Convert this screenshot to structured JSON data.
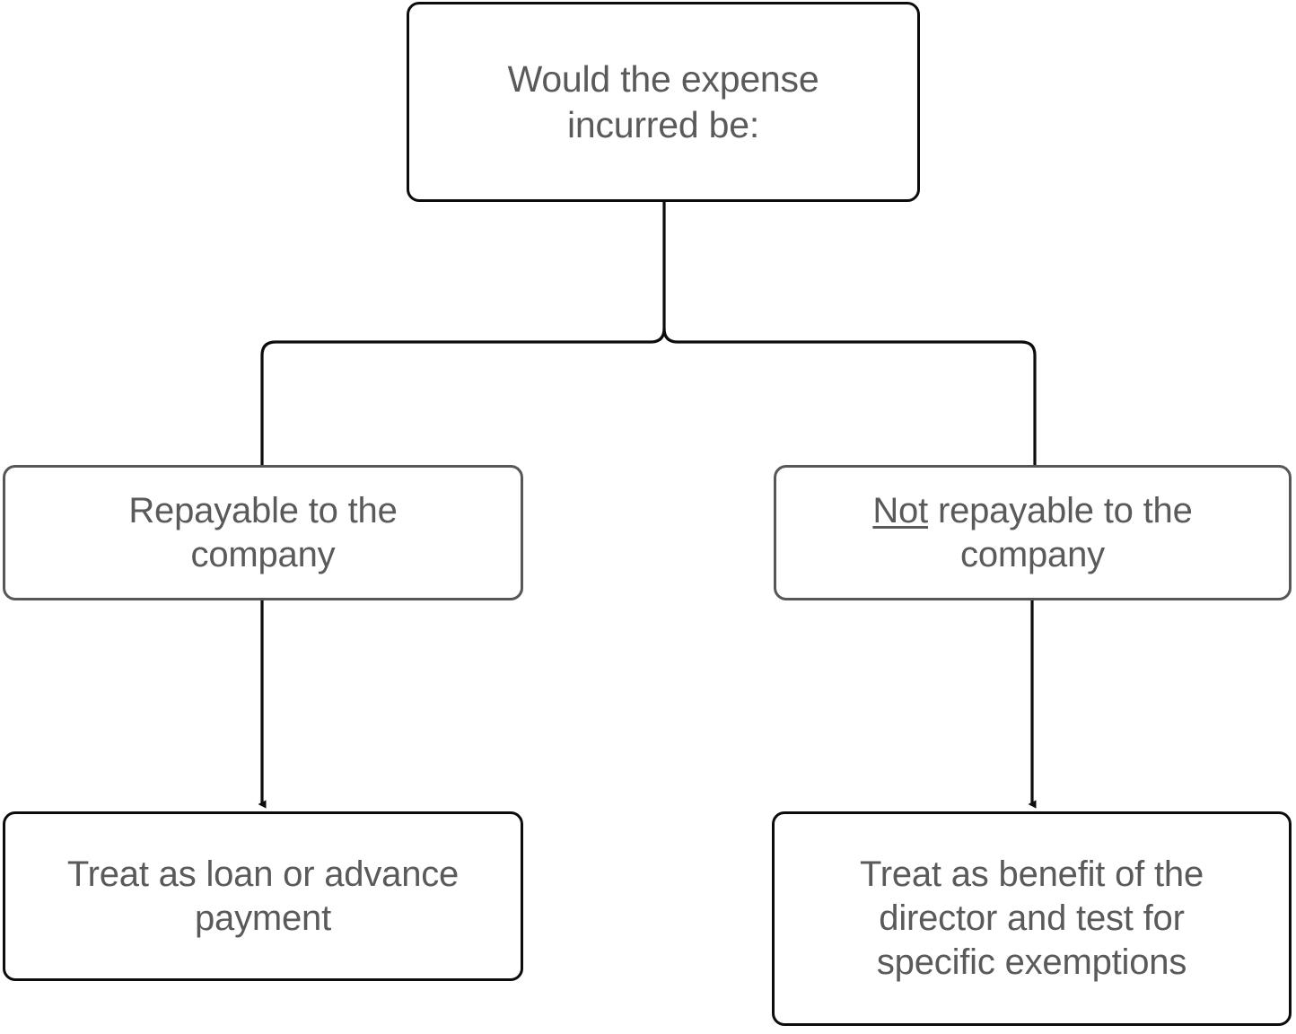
{
  "diagram": {
    "title": "Expense treatment decision flowchart",
    "background_color": "#ffffff",
    "text_color": "#5a5a5a",
    "dark_border_color": "#0c0c0c",
    "gray_border_color": "#575757",
    "nodes": [
      {
        "id": "root",
        "label": "Would the expense\nincurred be:",
        "border": "dark"
      },
      {
        "id": "repayable",
        "label": "Repayable to the\ncompany",
        "border": "gray"
      },
      {
        "id": "not-repayable",
        "label_underlined": "Not",
        "label_rest": " repayable to the\ncompany",
        "border": "gray"
      },
      {
        "id": "loan",
        "label": "Treat as loan or advance\npayment",
        "border": "dark"
      },
      {
        "id": "benefit",
        "label": "Treat as benefit of the\ndirector and test for\nspecific exemptions",
        "border": "dark"
      }
    ],
    "edges": [
      {
        "id": "root-split",
        "from": "root",
        "to": "split-junction",
        "arrow": false
      },
      {
        "id": "split-to-repayable",
        "from": "split-junction",
        "to": "repayable",
        "arrow": false
      },
      {
        "id": "split-to-not-repayable",
        "from": "split-junction",
        "to": "not-repayable",
        "arrow": false
      },
      {
        "id": "repayable-to-loan",
        "from": "repayable",
        "to": "loan",
        "arrow": true
      },
      {
        "id": "not-repayable-to-benefit",
        "from": "not-repayable",
        "to": "benefit",
        "arrow": true
      }
    ]
  }
}
